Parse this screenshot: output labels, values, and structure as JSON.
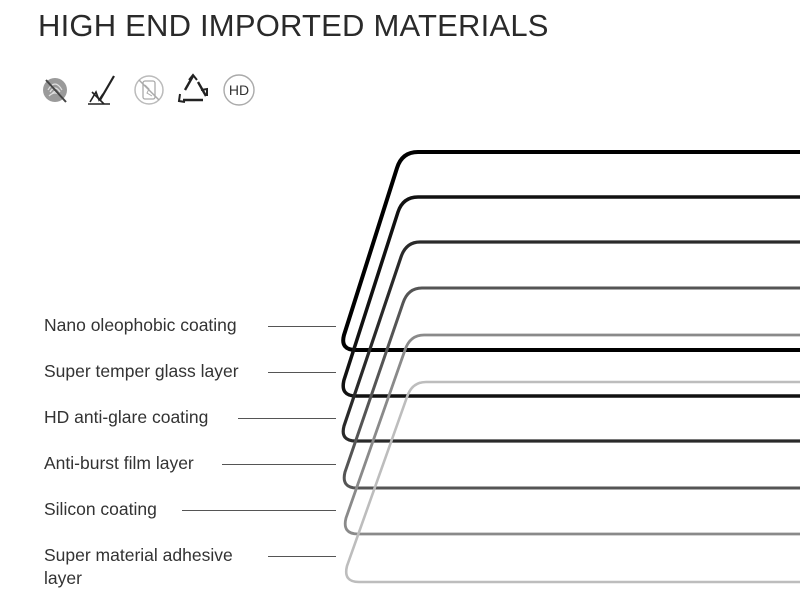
{
  "title": "HIGH END IMPORTED MATERIALS",
  "icons": [
    {
      "name": "fingerprint-prohibited-icon"
    },
    {
      "name": "anti-scratch-icon"
    },
    {
      "name": "anti-shatter-icon"
    },
    {
      "name": "recycle-icon"
    },
    {
      "name": "hd-badge-icon",
      "text": "HD"
    }
  ],
  "layers": [
    {
      "label": "Nano oleophobic coating"
    },
    {
      "label": "Super temper glass layer"
    },
    {
      "label": "HD anti-glare coating"
    },
    {
      "label": "Anti-burst film layer"
    },
    {
      "label": "Silicon coating"
    },
    {
      "label": "Super material adhesive layer"
    }
  ]
}
